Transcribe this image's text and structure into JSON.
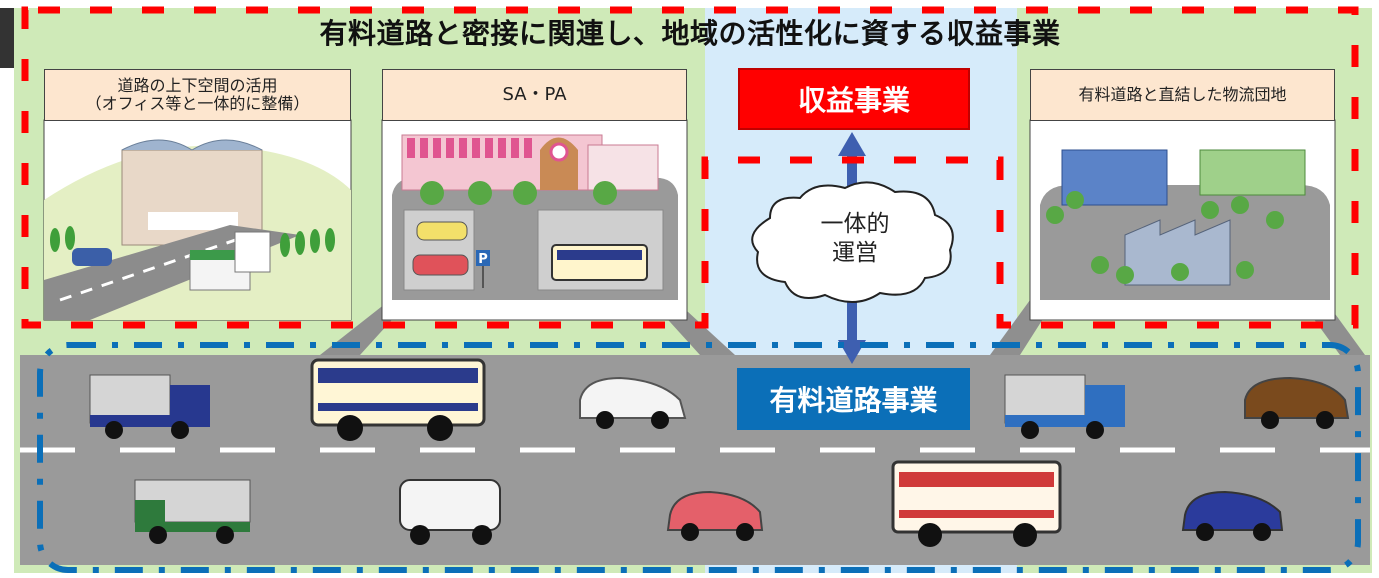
{
  "title": "有料道路と密接に関連し、地域の活性化に資する収益事業",
  "panels": [
    {
      "line1": "道路の上下空間の活用",
      "line2": "（オフィス等と一体的に整備）"
    },
    {
      "line1": "SA・PA"
    },
    {
      "line1": "有料道路と直結した物流団地"
    }
  ],
  "revenue_label": "収益事業",
  "toll_label": "有料道路事業",
  "cloud": {
    "line1": "一体的",
    "line2": "運営"
  },
  "parking_sign": "P",
  "colors": {
    "red": "#ff0000",
    "blue": "#0b6fb8",
    "green_bg": "#cfeab8",
    "light_blue_bg": "#d6ebfa",
    "road": "#9a9a9a"
  }
}
